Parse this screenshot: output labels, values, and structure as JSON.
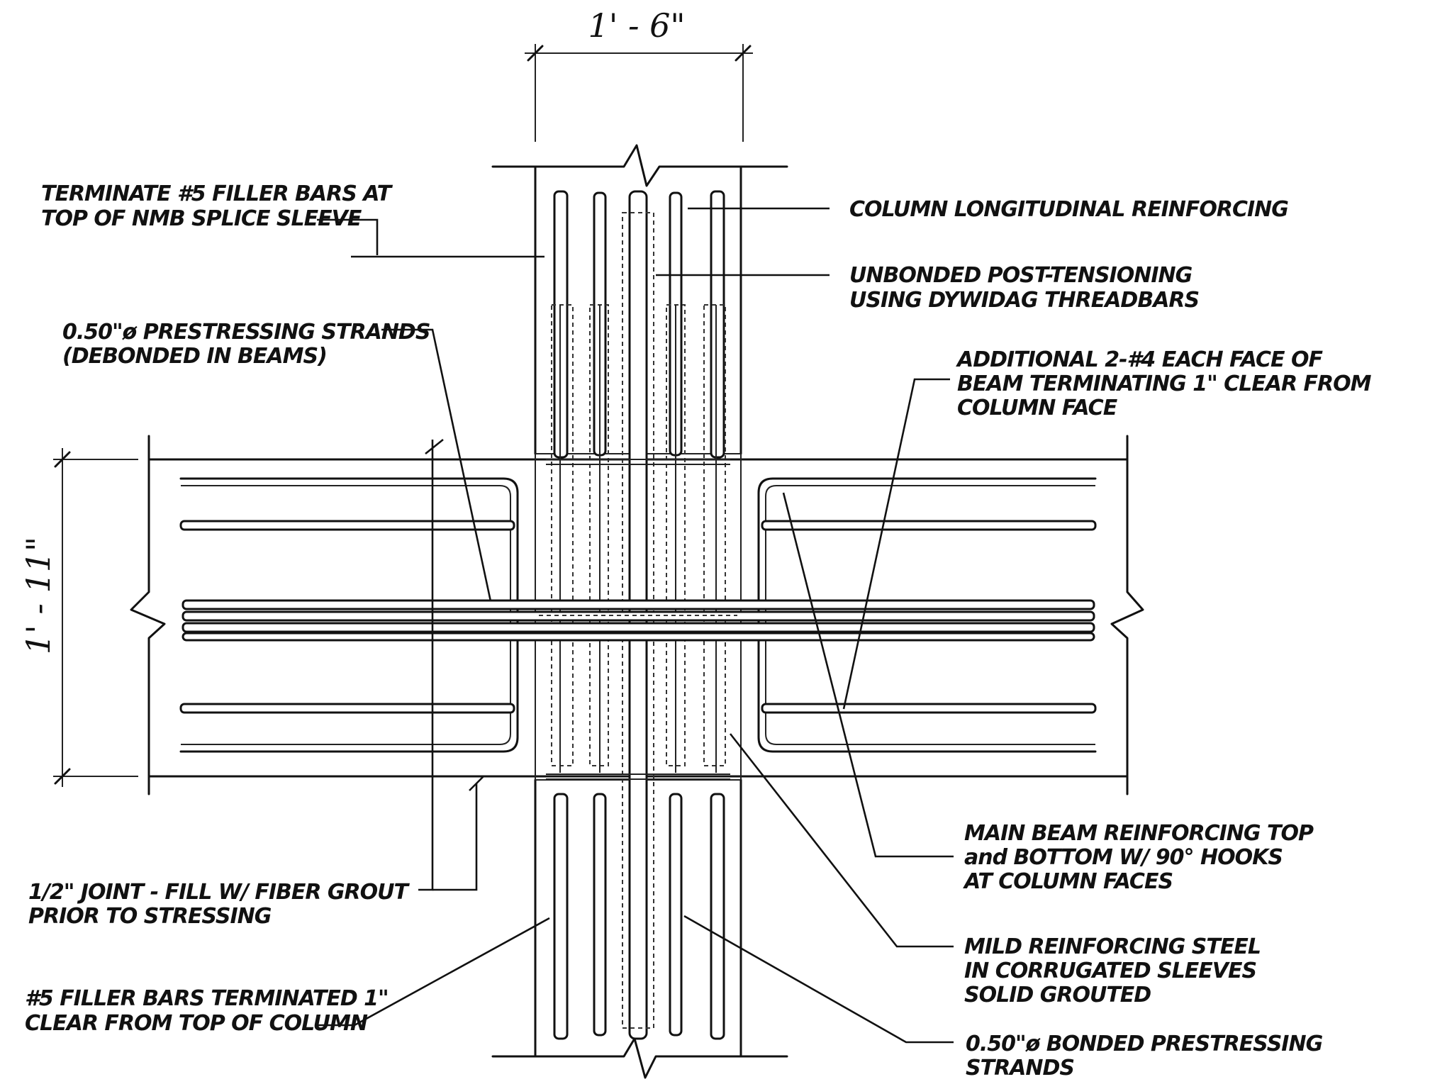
{
  "dimensions": {
    "column_width": "1' - 6\"",
    "beam_depth": "1' - 11\""
  },
  "notes": {
    "filler_bars_top": [
      "TERMINATE #5 FILLER BARS AT",
      "TOP OF NMB SPLICE SLEEVE"
    ],
    "column_longitudinal": [
      "COLUMN LONGITUDINAL REINFORCING"
    ],
    "unbonded_pt": [
      "UNBONDED POST-TENSIONING",
      "USING DYWIDAG THREADBARS"
    ],
    "prestressing_debonded": [
      "0.50\"ø PRESTRESSING STRANDS",
      "(DEBONDED IN BEAMS)"
    ],
    "additional_bars": [
      "ADDITIONAL 2-#4 EACH FACE OF",
      "BEAM TERMINATING 1\" CLEAR FROM",
      "COLUMN FACE"
    ],
    "main_beam": [
      "MAIN BEAM REINFORCING TOP",
      "and BOTTOM W/ 90° HOOKS",
      "AT COLUMN FACES"
    ],
    "joint": [
      "1/2\" JOINT - FILL W/ FIBER GROUT",
      "PRIOR TO STRESSING"
    ],
    "mild_steel": [
      "MILD REINFORCING STEEL",
      "IN CORRUGATED SLEEVES",
      "SOLID GROUTED"
    ],
    "filler_bars_bottom": [
      "#5 FILLER BARS TERMINATED  1\"",
      "CLEAR FROM TOP OF COLUMN"
    ],
    "bonded_strands": [
      "0.50\"ø BONDED PRESTRESSING",
      "STRANDS"
    ]
  }
}
